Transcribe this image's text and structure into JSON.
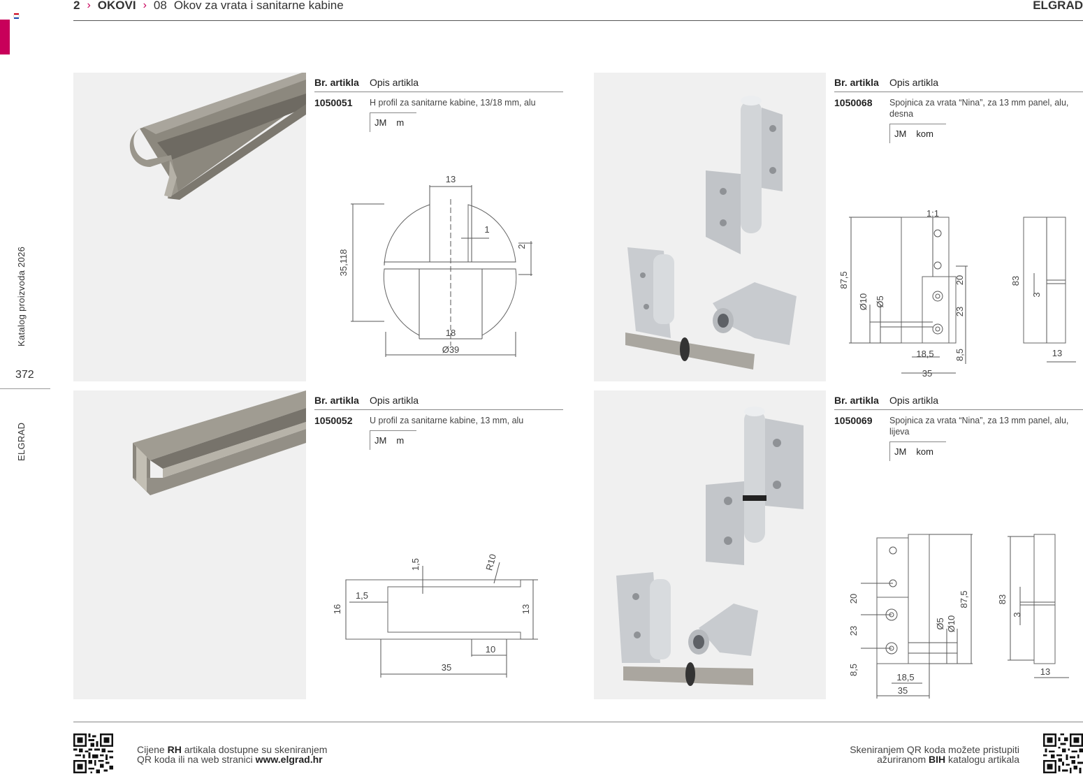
{
  "header": {
    "chapter_number": "2",
    "chapter_name": "OKOVI",
    "section_number": "08",
    "section_name": "Okov za vrata i sanitarne kabine",
    "brand": "ELGRAD"
  },
  "sidebar": {
    "catalog_label": "Katalog proizvoda 2026",
    "page_number": "372",
    "brand": "ELGRAD"
  },
  "table_headers": {
    "article_no": "Br. artikla",
    "description": "Opis artikla"
  },
  "products": [
    {
      "article_no": "1050051",
      "description": "H profil za sanitarne kabine, 13/18 mm, alu",
      "unit_label": "JM",
      "unit": "m",
      "dimensions": [
        "13",
        "1",
        "2",
        "35,118",
        "18",
        "Ø39"
      ]
    },
    {
      "article_no": "1050068",
      "description": "Spojnica za vrata “Nina”, za 13 mm panel, alu, desna",
      "unit_label": "JM",
      "unit": "kom",
      "dimensions": [
        "1:1",
        "87,5",
        "20",
        "Ø10",
        "Ø5",
        "23",
        "18,5",
        "8,5",
        "35",
        "83",
        "3",
        "13"
      ]
    },
    {
      "article_no": "1050052",
      "description": "U profil za sanitarne kabine, 13 mm, alu",
      "unit_label": "JM",
      "unit": "m",
      "dimensions": [
        "1,5",
        "R10",
        "16",
        "1,5",
        "13",
        "10",
        "35"
      ]
    },
    {
      "article_no": "1050069",
      "description": "Spojnica za vrata “Nina”, za 13 mm panel, alu, lijeva",
      "unit_label": "JM",
      "unit": "kom",
      "dimensions": [
        "20",
        "23",
        "8,5",
        "Ø5",
        "Ø10",
        "87,5",
        "18,5",
        "35",
        "83",
        "3",
        "13"
      ]
    }
  ],
  "footer": {
    "left_pre": "Cijene ",
    "left_bold": "RH",
    "left_mid": " artikala dostupne su skeniranjem",
    "left_line2_pre": "QR koda ili na web stranici ",
    "left_link": "www.elgrad.hr",
    "right_line1": "Skeniranjem QR koda možete pristupiti",
    "right_line2_pre": "ažuriranom ",
    "right_bold": "BIH",
    "right_line2_post": " katalogu artikala"
  }
}
